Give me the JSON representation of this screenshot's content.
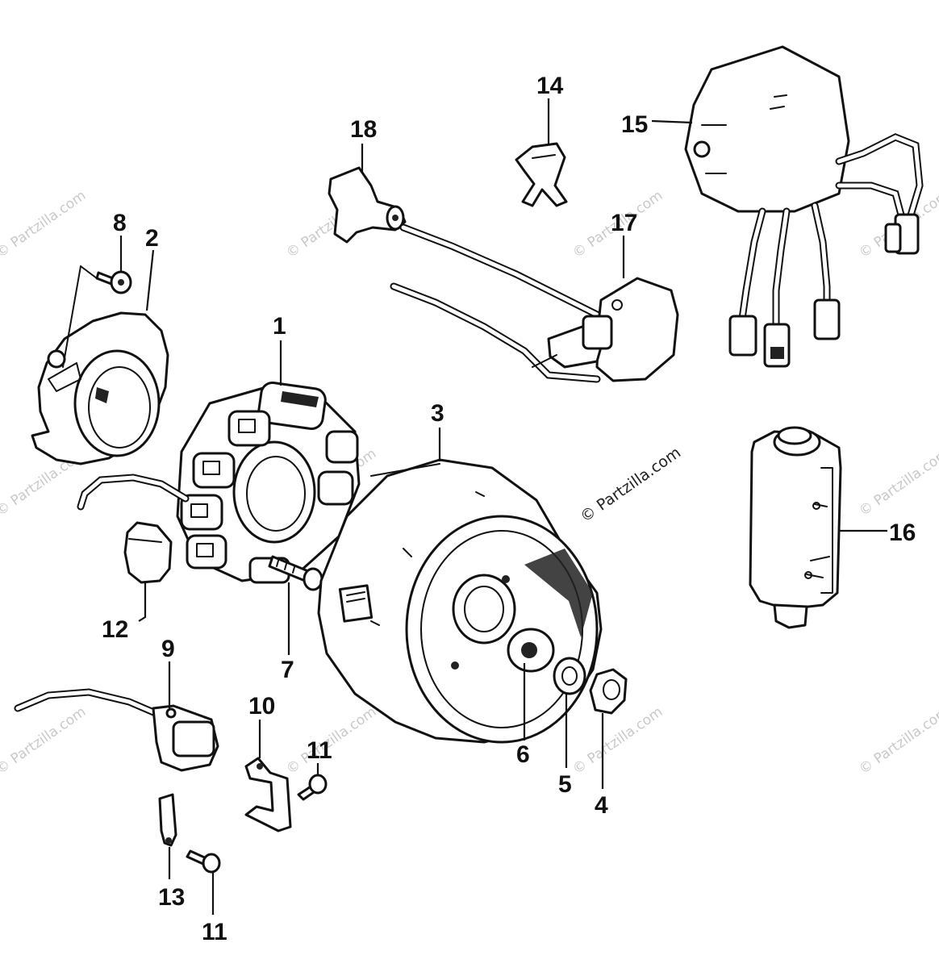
{
  "callouts": {
    "c1": "1",
    "c2": "2",
    "c3": "3",
    "c4": "4",
    "c5": "5",
    "c6": "6",
    "c7": "7",
    "c8": "8",
    "c9": "9",
    "c10": "10",
    "c11a": "11",
    "c11b": "11",
    "c12": "12",
    "c13": "13",
    "c14": "14",
    "c15": "15",
    "c16": "16",
    "c17": "17",
    "c18": "18"
  },
  "watermark": {
    "text": "© Partzilla.com"
  },
  "colors": {
    "line": "#111111",
    "background": "#ffffff",
    "watermark": "#c9c9c9"
  }
}
